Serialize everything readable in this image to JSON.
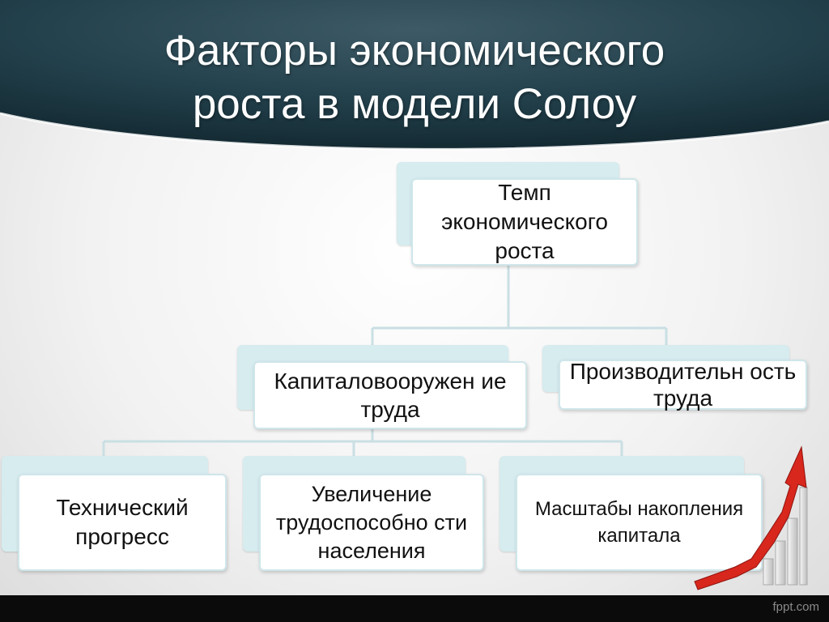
{
  "slide": {
    "title_line1": "Факторы экономического",
    "title_line2": "роста в модели Солоу",
    "header_color": "#1e3a44",
    "connector_color": "#c9dfe3"
  },
  "diagram": {
    "root": "Темп экономического роста",
    "level2": [
      {
        "id": "capital",
        "label": "Капиталовооружен ие труда"
      },
      {
        "id": "productivity",
        "label": "Производительн ость труда"
      }
    ],
    "level3": [
      {
        "id": "tech",
        "label": "Технический прогресс"
      },
      {
        "id": "labor",
        "label": "Увеличение трудоспособно сти населения"
      },
      {
        "id": "scale",
        "label": "Масштабы накопления капитала"
      }
    ]
  },
  "footer": {
    "brand": "fppt.com"
  }
}
